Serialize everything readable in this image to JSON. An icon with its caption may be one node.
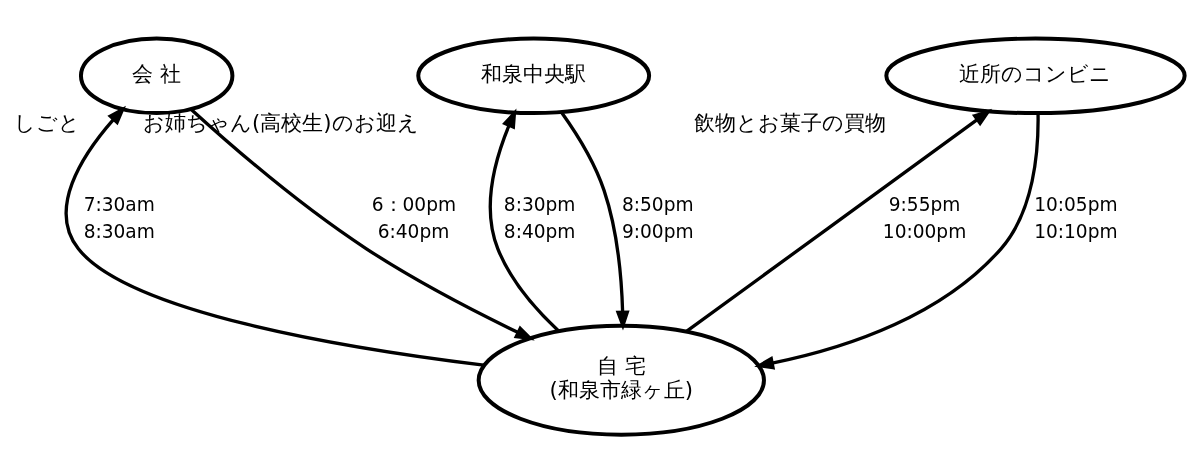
{
  "diagram": {
    "nodes": [
      {
        "text": [
          "会 社"
        ],
        "beside": [
          "しごと"
        ]
      },
      {
        "text": [
          "和泉中央駅"
        ],
        "beside": [
          "お姉ちゃん(高校生)のお迎え"
        ]
      },
      {
        "text": [
          "近所のコンビニ"
        ],
        "beside": [
          "飲物とお菓子の買物"
        ]
      },
      {
        "text": [
          "自 宅",
          "(和泉市緑ヶ丘)"
        ]
      }
    ],
    "edges": [
      {
        "from": 3,
        "to": 0,
        "arrow": "to"
      },
      {
        "from": 0,
        "to": 3,
        "arrow": "to"
      },
      {
        "from": 3,
        "to": 1,
        "arrow": "to"
      },
      {
        "from": 1,
        "to": 3,
        "arrow": "to"
      },
      {
        "from": 3,
        "to": 2,
        "arrow": "to"
      },
      {
        "from": 2,
        "to": 3,
        "arrow": "to"
      }
    ],
    "labels": [
      "7:30am",
      "8:30am",
      "6：00pm",
      "6:40pm",
      "8:30pm",
      "8:40pm",
      "8:50pm",
      "9:00pm",
      "9:55pm",
      "10:00pm",
      "10:05pm",
      "10:10pm"
    ]
  }
}
